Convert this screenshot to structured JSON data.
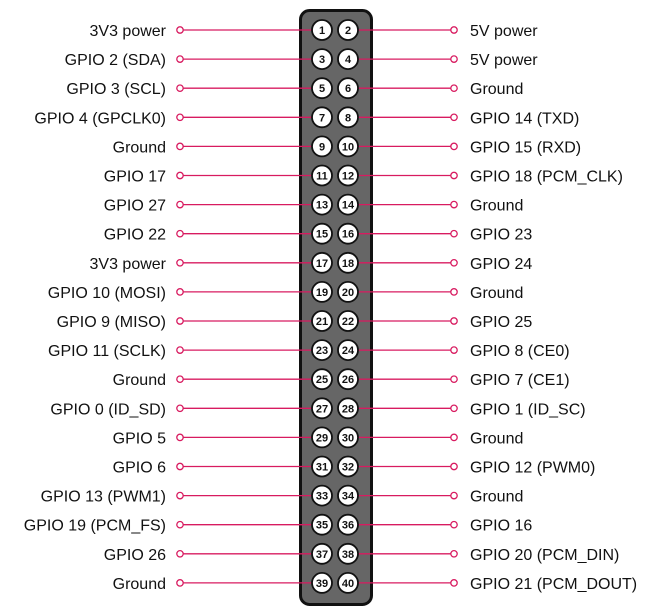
{
  "colors": {
    "wire": "#d81b60",
    "header_fill": "#666666",
    "header_border": "#111111",
    "pin_fill": "#ffffff"
  },
  "pins": [
    {
      "left": {
        "num": "1",
        "label": "3V3 power"
      },
      "right": {
        "num": "2",
        "label": "5V power"
      }
    },
    {
      "left": {
        "num": "3",
        "label": "GPIO 2 (SDA)"
      },
      "right": {
        "num": "4",
        "label": "5V power"
      }
    },
    {
      "left": {
        "num": "5",
        "label": "GPIO 3 (SCL)"
      },
      "right": {
        "num": "6",
        "label": "Ground"
      }
    },
    {
      "left": {
        "num": "7",
        "label": "GPIO 4 (GPCLK0)"
      },
      "right": {
        "num": "8",
        "label": "GPIO 14 (TXD)"
      }
    },
    {
      "left": {
        "num": "9",
        "label": "Ground"
      },
      "right": {
        "num": "10",
        "label": "GPIO 15 (RXD)"
      }
    },
    {
      "left": {
        "num": "11",
        "label": "GPIO 17"
      },
      "right": {
        "num": "12",
        "label": "GPIO 18 (PCM_CLK)"
      }
    },
    {
      "left": {
        "num": "13",
        "label": "GPIO 27"
      },
      "right": {
        "num": "14",
        "label": "Ground"
      }
    },
    {
      "left": {
        "num": "15",
        "label": "GPIO 22"
      },
      "right": {
        "num": "16",
        "label": "GPIO 23"
      }
    },
    {
      "left": {
        "num": "17",
        "label": "3V3 power"
      },
      "right": {
        "num": "18",
        "label": "GPIO 24"
      }
    },
    {
      "left": {
        "num": "19",
        "label": "GPIO 10 (MOSI)"
      },
      "right": {
        "num": "20",
        "label": "Ground"
      }
    },
    {
      "left": {
        "num": "21",
        "label": "GPIO 9 (MISO)"
      },
      "right": {
        "num": "22",
        "label": "GPIO 25"
      }
    },
    {
      "left": {
        "num": "23",
        "label": "GPIO 11 (SCLK)"
      },
      "right": {
        "num": "24",
        "label": "GPIO 8 (CE0)"
      }
    },
    {
      "left": {
        "num": "25",
        "label": "Ground"
      },
      "right": {
        "num": "26",
        "label": "GPIO 7 (CE1)"
      }
    },
    {
      "left": {
        "num": "27",
        "label": "GPIO 0 (ID_SD)"
      },
      "right": {
        "num": "28",
        "label": "GPIO 1 (ID_SC)"
      }
    },
    {
      "left": {
        "num": "29",
        "label": "GPIO 5"
      },
      "right": {
        "num": "30",
        "label": "Ground"
      }
    },
    {
      "left": {
        "num": "31",
        "label": "GPIO 6"
      },
      "right": {
        "num": "32",
        "label": "GPIO 12 (PWM0)"
      }
    },
    {
      "left": {
        "num": "33",
        "label": "GPIO 13 (PWM1)"
      },
      "right": {
        "num": "34",
        "label": "Ground"
      }
    },
    {
      "left": {
        "num": "35",
        "label": "GPIO 19 (PCM_FS)"
      },
      "right": {
        "num": "36",
        "label": "GPIO 16"
      }
    },
    {
      "left": {
        "num": "37",
        "label": "GPIO 26"
      },
      "right": {
        "num": "38",
        "label": "GPIO 20 (PCM_DIN)"
      }
    },
    {
      "left": {
        "num": "39",
        "label": "Ground"
      },
      "right": {
        "num": "40",
        "label": "GPIO 21 (PCM_DOUT)"
      }
    }
  ]
}
